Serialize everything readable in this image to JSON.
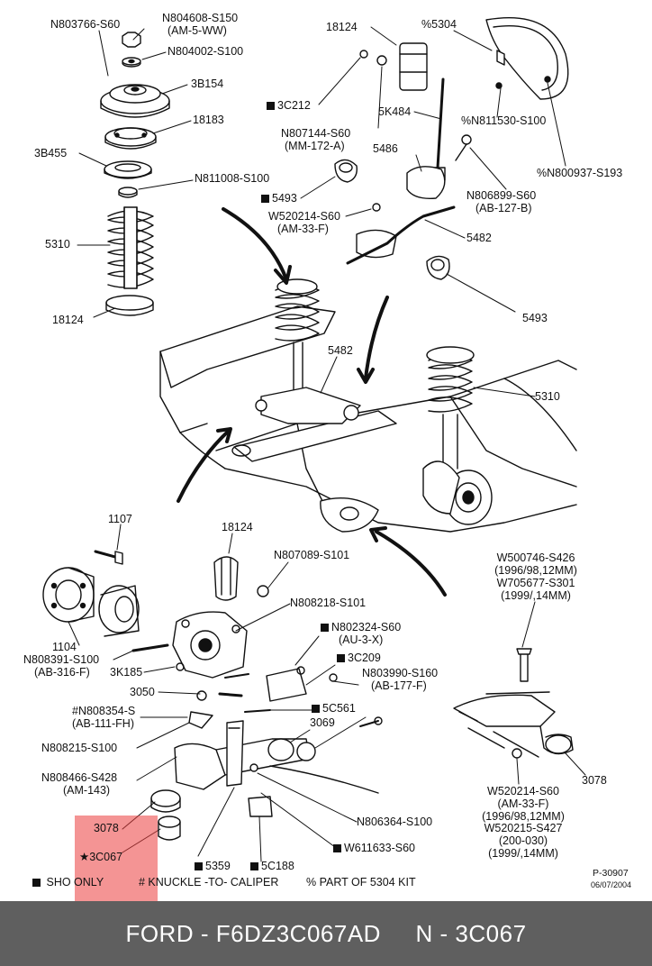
{
  "labels": {
    "n803766": "N803766-S60",
    "n804608": "N804608-S150",
    "am5ww": "(AM-5-WW)",
    "n804002": "N804002-S100",
    "b3b154": "3B154",
    "n18183": "18183",
    "b3b455": "3B455",
    "n811008": "N811008-S100",
    "n5310a": "5310",
    "n18124a": "18124",
    "n18124b": "18124",
    "p5304": "%5304",
    "c3c212": "3C212",
    "n807144": "N807144-S60",
    "mm172a": "(MM-172-A)",
    "k5k484": "5K484",
    "pn811530": "%N811530-S100",
    "pn800937": "%N800937-S193",
    "n5486": "5486",
    "n806899": "N806899-S60",
    "ab127b": "(AB-127-B)",
    "n5493a": "5493",
    "w520214a": "W520214-S60",
    "am33fa": "(AM-33-F)",
    "n5482a": "5482",
    "n5493b": "5493",
    "n5482b": "5482",
    "n5310b": "5310",
    "n1107": "1107",
    "n18124c": "18124",
    "n807089": "N807089-S101",
    "n808218": "N808218-S101",
    "n1104": "1104",
    "n808391": "N808391-S100",
    "ab316f": "(AB-316-F)",
    "k3k185": "3K185",
    "n802324": "N802324-S60",
    "au3x": "(AU-3-X)",
    "c3c209": "3C209",
    "n803990": "N803990-S160",
    "ab177f": "(AB-177-F)",
    "n3050": "3050",
    "hn808354": "#N808354-S",
    "ab111fh": "(AB-111-FH)",
    "c5c561": "5C561",
    "n3069": "3069",
    "n808215": "N808215-S100",
    "n808466": "N808466-S428",
    "am143": "(AM-143)",
    "n3078a": "3078",
    "sc3c067": "★3C067",
    "n5359": "5359",
    "c5c188": "5C188",
    "n806364": "N806364-S100",
    "w611633": "W611633-S60",
    "w500746": "W500746-S426",
    "w500746b": "(1996/98,12MM)",
    "w705677": "W705677-S301",
    "w705677b": "(1999/,14MM)",
    "n3078b": "3078",
    "w520214b": "W520214-S60",
    "am33fb": "(AM-33-F)",
    "am33fc": "(1996/98,12MM)",
    "w520215": "W520215-S427",
    "w520215b": "(200-030)",
    "w520215c": "(1999/,14MM)"
  },
  "legend": {
    "sho_only": "SHO ONLY",
    "knuckle": "# KNUCKLE -TO- CALIPER",
    "kit": "% PART OF 5304 KIT"
  },
  "ref": {
    "code": "P-30907",
    "date": "06/07/2004"
  },
  "footer": {
    "text": "FORD - F6DZ3C067AD     N - 3C067"
  },
  "colors": {
    "footer_bg": "#5f5f5f",
    "highlight": "#eb3c3c"
  }
}
